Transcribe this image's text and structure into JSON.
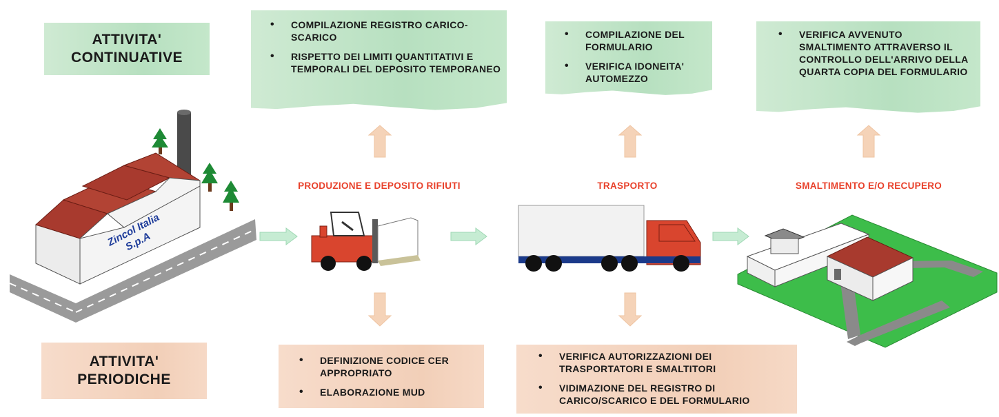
{
  "continuative": {
    "title": "ATTIVITA'\nCONTINUATIVE",
    "produzione_items": [
      "COMPILAZIONE REGISTRO CARICO-SCARICO",
      "RISPETTO DEI LIMITI QUANTITATIVI E TEMPORALI DEL DEPOSITO TEMPORANEO"
    ],
    "trasporto_items": [
      "COMPILAZIONE DEL FORMULARIO",
      "VERIFICA IDONEITA' AUTOMEZZO"
    ],
    "smaltimento_items": [
      "VERIFICA AVVENUTO SMALTIMENTO ATTRAVERSO IL CONTROLLO DELL'ARRIVO DELLA QUARTA COPIA DEL FORMULARIO"
    ]
  },
  "periodic": {
    "title": "ATTIVITA'\nPERIODICHE",
    "produzione_items": [
      "DEFINIZIONE CODICE CER APPROPRIATO",
      "ELABORAZIONE MUD"
    ],
    "trasporto_items": [
      "VERIFICA AUTORIZZAZIONI DEI TRASPORTATORI E SMALTITORI",
      "VIDIMAZIONE DEL REGISTRO DI CARICO/SCARICO E DEL FORMULARIO"
    ]
  },
  "stages": {
    "produzione": "PRODUZIONE E DEPOSITO RIFIUTI",
    "trasporto": "TRASPORTO",
    "smaltimento": "SMALTIMENTO E/O RECUPERO"
  },
  "factory": {
    "name_line1": "Zincol Italia",
    "name_line2": "S.p.A"
  },
  "colors": {
    "green_box": "#bfe3c6",
    "peach_box": "#f4d4bf",
    "stage_label": "#e8402a",
    "roof": "#a83a2e",
    "truck_cab": "#d9452e",
    "forklift": "#d9452e",
    "grass": "#3dbd4a",
    "flow_arrow": "#bde8cc",
    "up_down_arrow": "#f4d1b5"
  },
  "icons": {
    "factory": "factory-icon",
    "forklift": "forklift-icon",
    "truck": "truck-icon",
    "facility": "disposal-facility-icon",
    "tree": "tree-icon"
  }
}
